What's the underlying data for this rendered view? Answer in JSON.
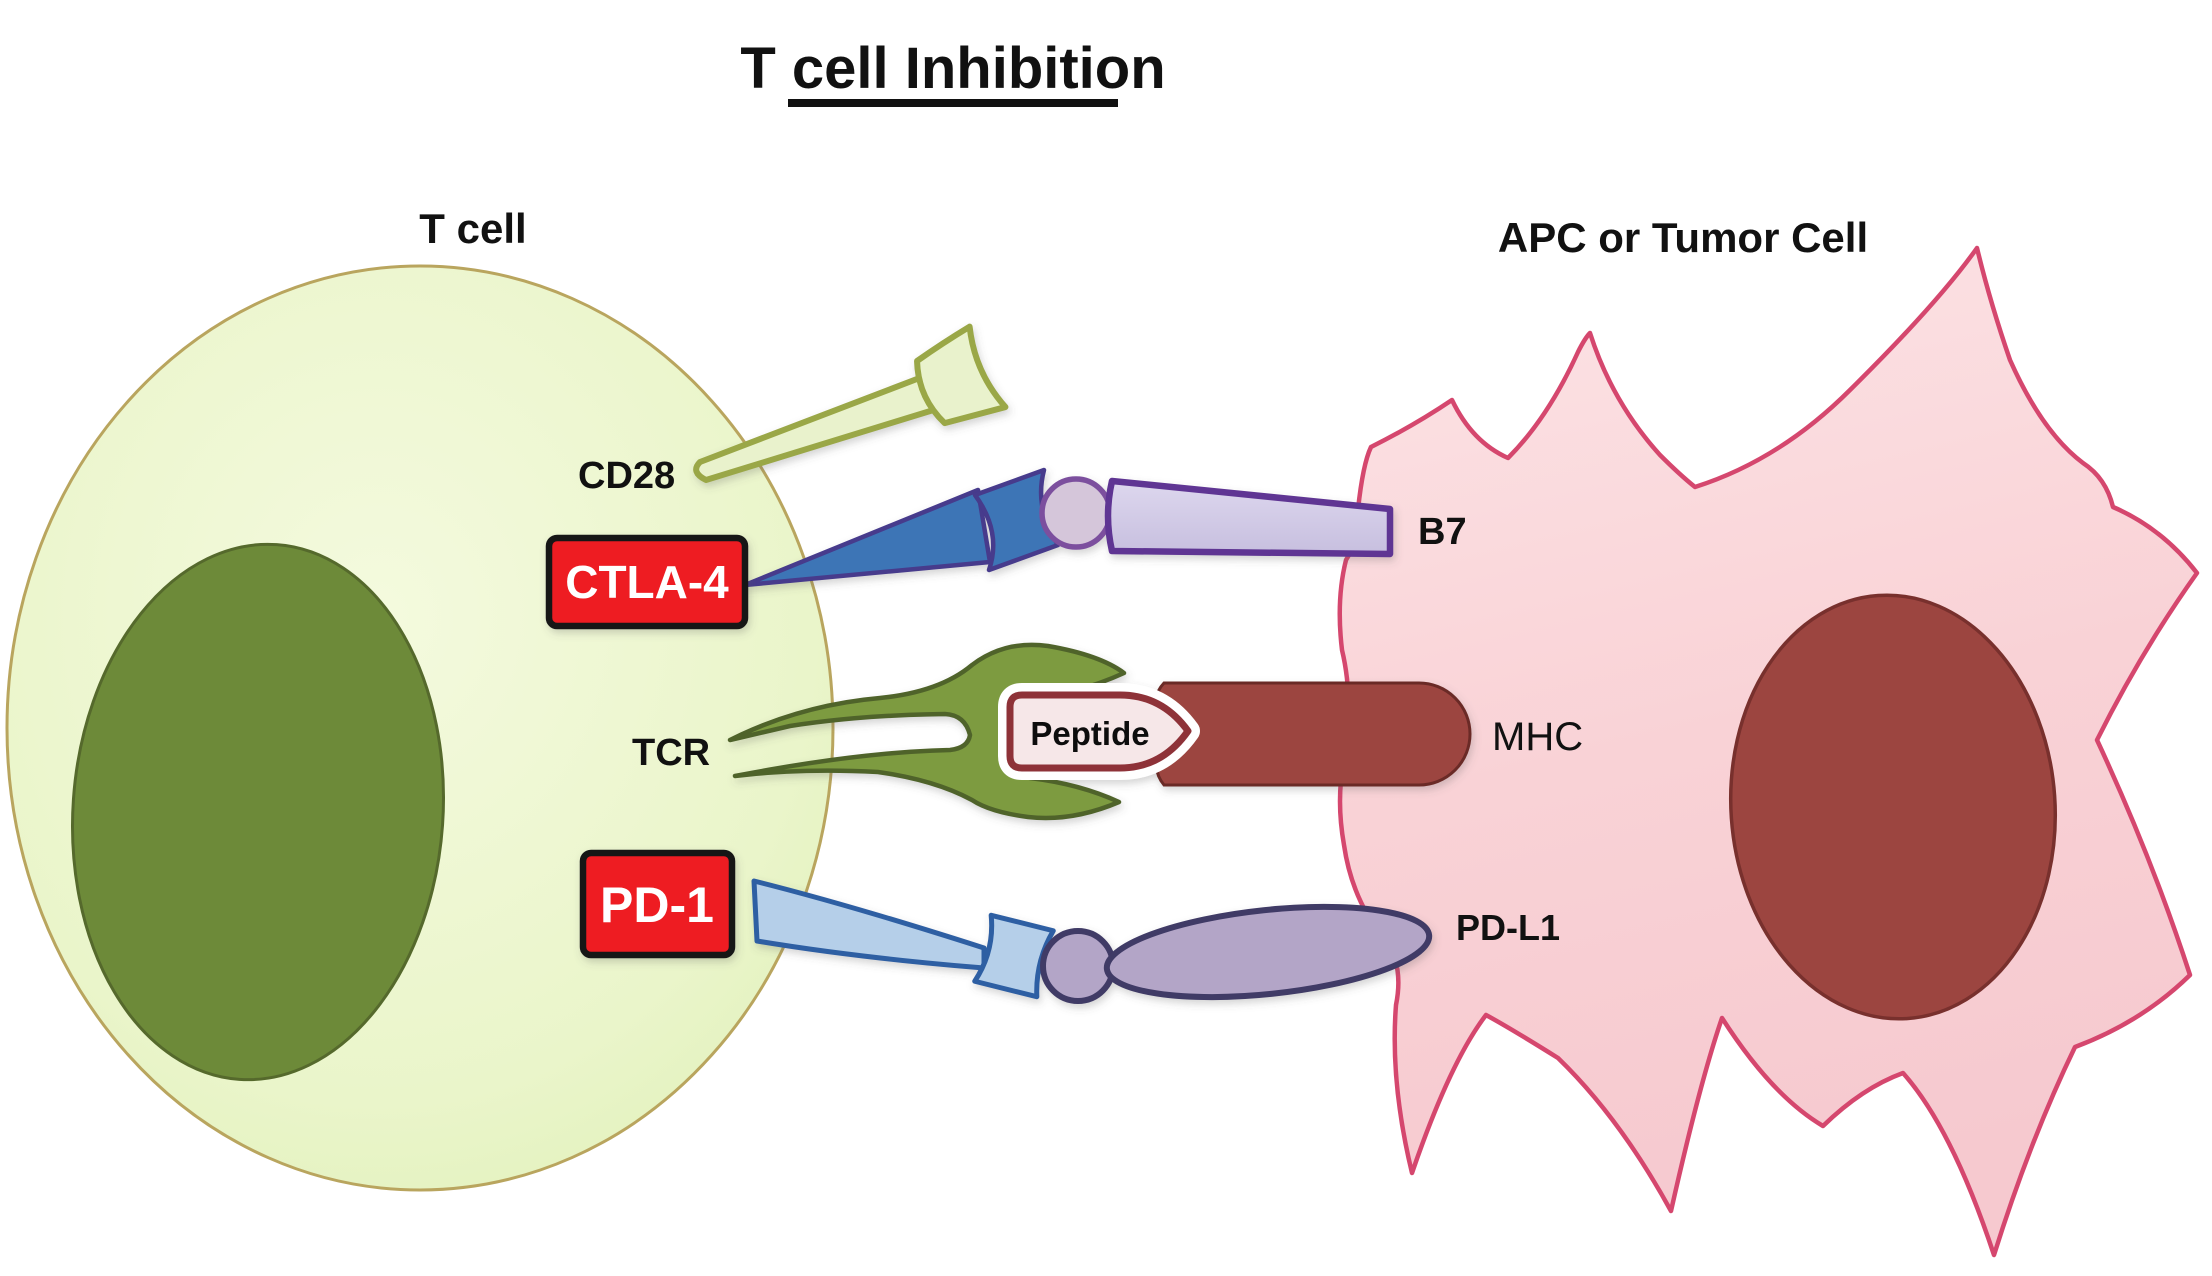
{
  "title": {
    "text": "T cell Inhibition"
  },
  "cells": {
    "t_cell": {
      "label": "T cell"
    },
    "apc": {
      "label": "APC or Tumor Cell"
    }
  },
  "molecules": {
    "cd28": {
      "label": "CD28"
    },
    "ctla4": {
      "label": "CTLA-4"
    },
    "b7": {
      "label": "B7"
    },
    "tcr": {
      "label": "TCR"
    },
    "peptide": {
      "label": "Peptide"
    },
    "mhc": {
      "label": "MHC"
    },
    "pd1": {
      "label": "PD-1"
    },
    "pdl1": {
      "label": "PD-L1"
    }
  },
  "colors": {
    "background": "#ffffff",
    "text": "#111111",
    "t_cell_fill": "#e9f4c6",
    "t_cell_border": "#b9a55e",
    "t_nucleus_fill": "#6d8a39",
    "apc_fill": "#f9d4d8",
    "apc_border": "#d5476e",
    "apc_nucleus_fill": "#9c4540",
    "cd28_fill": "#e9f2cc",
    "cd28_border": "#9aa746",
    "ctla4_receptor_fill": "#3d74b6",
    "ctla4_receptor_border": "#463a8c",
    "junction_circle_fill": "#d5c6da",
    "junction_circle_border": "#7b4f9e",
    "b7_fill": "#cfc8e4",
    "b7_border": "#5f3593",
    "tcr_fill": "#7d9b41",
    "tcr_border": "#4f632a",
    "peptide_fill": "#f6e7e8",
    "peptide_border": "#8e3038",
    "mhc_fill": "#9c4540",
    "mhc_border": "#6b2a28",
    "pd1_fill": "#b5cfe9",
    "pd1_border": "#2e5fa3",
    "pdl1_fill": "#b3a5c7",
    "pdl1_border": "#403a66",
    "inhibit_box_fill": "#ee1c23",
    "inhibit_box_border": "#141414",
    "inhibit_box_text": "#ffffff"
  }
}
